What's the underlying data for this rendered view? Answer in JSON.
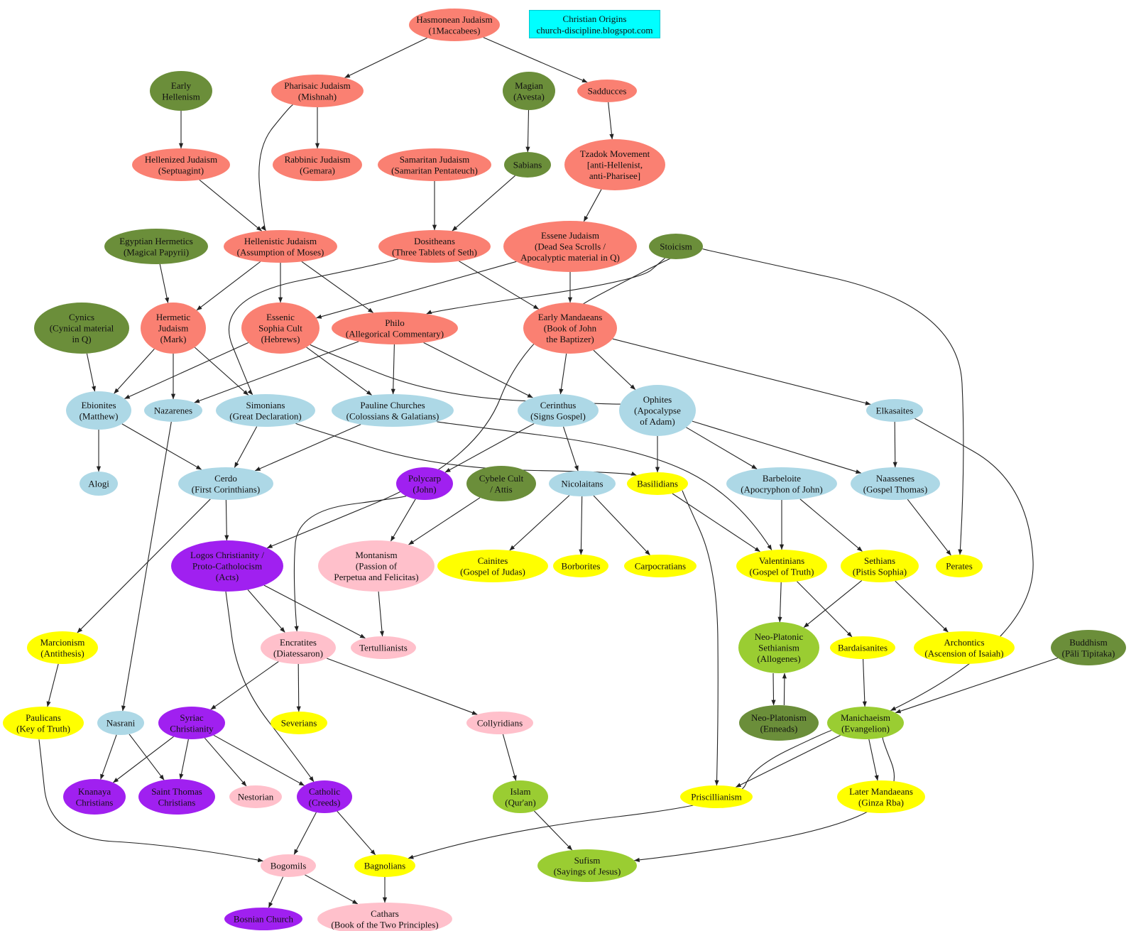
{
  "header": {
    "title": "Christian Origins",
    "subtitle": "church-discipline.blogspot.com"
  },
  "colors": {
    "judaism": "#fa8072",
    "pagan": "#6b8e3a",
    "early_sect": "#add8e6",
    "gnostic": "#ffff00",
    "proto_orthodox": "#a020f0",
    "ascetic": "#ffc0cb",
    "neo_platonic": "#9acd32",
    "title_box": "#00ffff"
  },
  "nodes": [
    {
      "id": "hasmonean",
      "lines": [
        "Hasmonean Judaism",
        "(1Maccabees)"
      ],
      "group": "judaism"
    },
    {
      "id": "pharisaic",
      "lines": [
        "Pharisaic Judaism",
        "(Mishnah)"
      ],
      "group": "judaism"
    },
    {
      "id": "sadducees",
      "lines": [
        "Sadducces"
      ],
      "group": "judaism"
    },
    {
      "id": "early-hellenism",
      "lines": [
        "Early",
        "Hellenism"
      ],
      "group": "pagan"
    },
    {
      "id": "magian",
      "lines": [
        "Magian",
        "(Avesta)"
      ],
      "group": "pagan"
    },
    {
      "id": "hellenized",
      "lines": [
        "Hellenized Judaism",
        "(Septuagint)"
      ],
      "group": "judaism"
    },
    {
      "id": "rabbinic",
      "lines": [
        "Rabbinic Judaism",
        "(Gemara)"
      ],
      "group": "judaism"
    },
    {
      "id": "samaritan",
      "lines": [
        "Samaritan Judaism",
        "(Samaritan Pentateuch)"
      ],
      "group": "judaism"
    },
    {
      "id": "sabians",
      "lines": [
        "Sabians"
      ],
      "group": "pagan"
    },
    {
      "id": "tzadok",
      "lines": [
        "Tzadok Movement",
        "[anti-Hellenist,",
        "anti-Pharisee]"
      ],
      "group": "judaism"
    },
    {
      "id": "egyptian-hermetics",
      "lines": [
        "Egyptian Hermetics",
        "(Magical Papyrii)"
      ],
      "group": "pagan"
    },
    {
      "id": "hellenistic",
      "lines": [
        "Hellenistic Judaism",
        "(Assumption of Moses)"
      ],
      "group": "judaism"
    },
    {
      "id": "dositheans",
      "lines": [
        "Dositheans",
        "(Three Tablets of Seth)"
      ],
      "group": "judaism"
    },
    {
      "id": "essene",
      "lines": [
        "Essene Judaism",
        "(Dead Sea Scrolls /",
        "Apocalyptic material in Q)"
      ],
      "group": "judaism"
    },
    {
      "id": "stoicism",
      "lines": [
        "Stoicism"
      ],
      "group": "pagan"
    },
    {
      "id": "cynics",
      "lines": [
        "Cynics",
        "(Cynical material",
        "in Q)"
      ],
      "group": "pagan"
    },
    {
      "id": "hermetic-judaism",
      "lines": [
        "Hermetic",
        "Judaism",
        "(Mark)"
      ],
      "group": "judaism"
    },
    {
      "id": "essenic-sophia",
      "lines": [
        "Essenic",
        "Sophia Cult",
        "(Hebrews)"
      ],
      "group": "judaism"
    },
    {
      "id": "philo",
      "lines": [
        "Philo",
        "(Allegorical Commentary)"
      ],
      "group": "judaism"
    },
    {
      "id": "early-mandaeans",
      "lines": [
        "Early Mandaeans",
        "(Book of John",
        "the Baptizer)"
      ],
      "group": "judaism"
    },
    {
      "id": "ebionites",
      "lines": [
        "Ebionites",
        "(Matthew)"
      ],
      "group": "early_sect"
    },
    {
      "id": "nazarenes",
      "lines": [
        "Nazarenes"
      ],
      "group": "early_sect"
    },
    {
      "id": "simonians",
      "lines": [
        "Simonians",
        "(Great Declaration)"
      ],
      "group": "early_sect"
    },
    {
      "id": "pauline",
      "lines": [
        "Pauline Churches",
        "(Colossians & Galatians)"
      ],
      "group": "early_sect"
    },
    {
      "id": "cerinthus",
      "lines": [
        "Cerinthus",
        "(Signs Gospel)"
      ],
      "group": "early_sect"
    },
    {
      "id": "ophites",
      "lines": [
        "Ophites",
        "(Apocalypse",
        "of Adam)"
      ],
      "group": "early_sect"
    },
    {
      "id": "elkasaites",
      "lines": [
        "Elkasaites"
      ],
      "group": "early_sect"
    },
    {
      "id": "alogi",
      "lines": [
        "Alogi"
      ],
      "group": "early_sect"
    },
    {
      "id": "cerdo",
      "lines": [
        "Cerdo",
        "(First Corinthians)"
      ],
      "group": "early_sect"
    },
    {
      "id": "polycarp",
      "lines": [
        "Polycarp",
        "(John)"
      ],
      "group": "proto_orthodox"
    },
    {
      "id": "cybele",
      "lines": [
        "Cybele Cult",
        "/ Attis"
      ],
      "group": "pagan"
    },
    {
      "id": "nicolaitans",
      "lines": [
        "Nicolaitans"
      ],
      "group": "early_sect"
    },
    {
      "id": "basilidians",
      "lines": [
        "Basilidians"
      ],
      "group": "gnostic"
    },
    {
      "id": "barbeloite",
      "lines": [
        "Barbeloite",
        "(Apocryphon of John)"
      ],
      "group": "early_sect"
    },
    {
      "id": "naassenes",
      "lines": [
        "Naassenes",
        "(Gospel Thomas)"
      ],
      "group": "early_sect"
    },
    {
      "id": "logos",
      "lines": [
        "Logos Christianity /",
        "Proto-Catholocism",
        "(Acts)"
      ],
      "group": "proto_orthodox"
    },
    {
      "id": "montanism",
      "lines": [
        "Montanism",
        "(Passion of",
        "Perpetua and Felicitas)"
      ],
      "group": "ascetic"
    },
    {
      "id": "cainites",
      "lines": [
        "Cainites",
        "(Gospel of Judas)"
      ],
      "group": "gnostic"
    },
    {
      "id": "borborites",
      "lines": [
        "Borborites"
      ],
      "group": "gnostic"
    },
    {
      "id": "carpocratians",
      "lines": [
        "Carpocratians"
      ],
      "group": "gnostic"
    },
    {
      "id": "valentinians",
      "lines": [
        "Valentinians",
        "(Gospel of Truth)"
      ],
      "group": "gnostic"
    },
    {
      "id": "sethians",
      "lines": [
        "Sethians",
        "(Pistis Sophia)"
      ],
      "group": "gnostic"
    },
    {
      "id": "perates",
      "lines": [
        "Perates"
      ],
      "group": "gnostic"
    },
    {
      "id": "marcionism",
      "lines": [
        "Marcionism",
        "(Antithesis)"
      ],
      "group": "gnostic"
    },
    {
      "id": "encratites",
      "lines": [
        "Encratites",
        "(Diatessaron)"
      ],
      "group": "ascetic"
    },
    {
      "id": "tertullianists",
      "lines": [
        "Tertullianists"
      ],
      "group": "ascetic"
    },
    {
      "id": "neo-platonic-sethianism",
      "lines": [
        "Neo-Platonic",
        "Sethianism",
        "(Allogenes)"
      ],
      "group": "neo_platonic"
    },
    {
      "id": "bardaisanites",
      "lines": [
        "Bardaisanites"
      ],
      "group": "gnostic"
    },
    {
      "id": "archontics",
      "lines": [
        "Archontics",
        "(Ascension of Isaiah)"
      ],
      "group": "gnostic"
    },
    {
      "id": "buddhism",
      "lines": [
        "Buddhism",
        "(Pāli Tipitaka)"
      ],
      "group": "pagan"
    },
    {
      "id": "paulicans",
      "lines": [
        "Paulicans",
        "(Key of Truth)"
      ],
      "group": "gnostic"
    },
    {
      "id": "nasrani",
      "lines": [
        "Nasrani"
      ],
      "group": "early_sect"
    },
    {
      "id": "syriac",
      "lines": [
        "Syriac",
        "Christianity"
      ],
      "group": "proto_orthodox"
    },
    {
      "id": "severians",
      "lines": [
        "Severians"
      ],
      "group": "gnostic"
    },
    {
      "id": "collyridians",
      "lines": [
        "Collyridians"
      ],
      "group": "ascetic"
    },
    {
      "id": "neo-platonism",
      "lines": [
        "Neo-Platonism",
        "(Enneads)"
      ],
      "group": "pagan"
    },
    {
      "id": "manichaeism",
      "lines": [
        "Manichaeism",
        "(Evangelion)"
      ],
      "group": "neo_platonic"
    },
    {
      "id": "knanaya",
      "lines": [
        "Knanaya",
        "Christians"
      ],
      "group": "proto_orthodox"
    },
    {
      "id": "saint-thomas",
      "lines": [
        "Saint Thomas",
        "Christians"
      ],
      "group": "proto_orthodox"
    },
    {
      "id": "nestorian",
      "lines": [
        "Nestorian"
      ],
      "group": "ascetic"
    },
    {
      "id": "catholic",
      "lines": [
        "Catholic",
        "(Creeds)"
      ],
      "group": "proto_orthodox"
    },
    {
      "id": "islam",
      "lines": [
        "Islam",
        "(Qur'an)"
      ],
      "group": "neo_platonic"
    },
    {
      "id": "priscillianism",
      "lines": [
        "Priscillianism"
      ],
      "group": "gnostic"
    },
    {
      "id": "later-mandaeans",
      "lines": [
        "Later Mandaeans",
        "(Ginza Rba)"
      ],
      "group": "gnostic"
    },
    {
      "id": "bogomils",
      "lines": [
        "Bogomils"
      ],
      "group": "ascetic"
    },
    {
      "id": "bagnolians",
      "lines": [
        "Bagnolians"
      ],
      "group": "gnostic"
    },
    {
      "id": "sufism",
      "lines": [
        "Sufism",
        "(Sayings of Jesus)"
      ],
      "group": "neo_platonic"
    },
    {
      "id": "bosnian",
      "lines": [
        "Bosnian Church"
      ],
      "group": "proto_orthodox"
    },
    {
      "id": "cathars",
      "lines": [
        "Cathars",
        "(Book of the Two Principles)"
      ],
      "group": "ascetic"
    }
  ],
  "edges": [
    {
      "from": "hasmonean",
      "to": "pharisaic"
    },
    {
      "from": "hasmonean",
      "to": "sadducees"
    },
    {
      "from": "early-hellenism",
      "to": "hellenized"
    },
    {
      "from": "pharisaic",
      "to": "rabbinic"
    },
    {
      "from": "pharisaic",
      "to": "hellenistic"
    },
    {
      "from": "magian",
      "to": "sabians"
    },
    {
      "from": "sadducees",
      "to": "tzadok"
    },
    {
      "from": "hellenized",
      "to": "hellenistic"
    },
    {
      "from": "samaritan",
      "to": "dositheans"
    },
    {
      "from": "sabians",
      "to": "dositheans"
    },
    {
      "from": "tzadok",
      "to": "essene"
    },
    {
      "from": "egyptian-hermetics",
      "to": "hermetic-judaism"
    },
    {
      "from": "hellenistic",
      "to": "hermetic-judaism"
    },
    {
      "from": "hellenistic",
      "to": "essenic-sophia"
    },
    {
      "from": "hellenistic",
      "to": "philo"
    },
    {
      "from": "dositheans",
      "to": "simonians"
    },
    {
      "from": "dositheans",
      "to": "early-mandaeans"
    },
    {
      "from": "essene",
      "to": "essenic-sophia"
    },
    {
      "from": "essene",
      "to": "early-mandaeans"
    },
    {
      "from": "stoicism",
      "to": "philo"
    },
    {
      "from": "stoicism",
      "to": "logos"
    },
    {
      "from": "stoicism",
      "to": "perates"
    },
    {
      "from": "cynics",
      "to": "ebionites"
    },
    {
      "from": "hermetic-judaism",
      "to": "ebionites"
    },
    {
      "from": "hermetic-judaism",
      "to": "nazarenes"
    },
    {
      "from": "hermetic-judaism",
      "to": "simonians"
    },
    {
      "from": "essenic-sophia",
      "to": "ebionites"
    },
    {
      "from": "essenic-sophia",
      "to": "pauline"
    },
    {
      "from": "essenic-sophia",
      "to": "ophites"
    },
    {
      "from": "philo",
      "to": "nazarenes"
    },
    {
      "from": "philo",
      "to": "pauline"
    },
    {
      "from": "philo",
      "to": "cerinthus"
    },
    {
      "from": "early-mandaeans",
      "to": "cerinthus"
    },
    {
      "from": "early-mandaeans",
      "to": "ophites"
    },
    {
      "from": "early-mandaeans",
      "to": "elkasaites"
    },
    {
      "from": "ebionites",
      "to": "alogi"
    },
    {
      "from": "ebionites",
      "to": "cerdo"
    },
    {
      "from": "nazarenes",
      "to": "nasrani"
    },
    {
      "from": "simonians",
      "to": "cerdo"
    },
    {
      "from": "simonians",
      "to": "basilidians"
    },
    {
      "from": "pauline",
      "to": "cerdo"
    },
    {
      "from": "pauline",
      "to": "valentinians"
    },
    {
      "from": "cerinthus",
      "to": "polycarp"
    },
    {
      "from": "cerinthus",
      "to": "nicolaitans"
    },
    {
      "from": "ophites",
      "to": "basilidians"
    },
    {
      "from": "ophites",
      "to": "barbeloite"
    },
    {
      "from": "ophites",
      "to": "naassenes"
    },
    {
      "from": "elkasaites",
      "to": "naassenes"
    },
    {
      "from": "elkasaites",
      "to": "manichaeism"
    },
    {
      "from": "cerdo",
      "to": "logos"
    },
    {
      "from": "cerdo",
      "to": "marcionism"
    },
    {
      "from": "polycarp",
      "to": "montanism"
    },
    {
      "from": "polycarp",
      "to": "encratites"
    },
    {
      "from": "cybele",
      "to": "montanism"
    },
    {
      "from": "nicolaitans",
      "to": "cainites"
    },
    {
      "from": "nicolaitans",
      "to": "borborites"
    },
    {
      "from": "nicolaitans",
      "to": "carpocratians"
    },
    {
      "from": "basilidians",
      "to": "valentinians"
    },
    {
      "from": "basilidians",
      "to": "priscillianism"
    },
    {
      "from": "barbeloite",
      "to": "valentinians"
    },
    {
      "from": "barbeloite",
      "to": "sethians"
    },
    {
      "from": "naassenes",
      "to": "perates"
    },
    {
      "from": "logos",
      "to": "encratites"
    },
    {
      "from": "logos",
      "to": "tertullianists"
    },
    {
      "from": "logos",
      "to": "catholic"
    },
    {
      "from": "montanism",
      "to": "tertullianists"
    },
    {
      "from": "valentinians",
      "to": "neo-platonic-sethianism"
    },
    {
      "from": "valentinians",
      "to": "bardaisanites"
    },
    {
      "from": "sethians",
      "to": "neo-platonic-sethianism"
    },
    {
      "from": "sethians",
      "to": "archontics"
    },
    {
      "from": "marcionism",
      "to": "paulicans"
    },
    {
      "from": "encratites",
      "to": "syriac"
    },
    {
      "from": "encratites",
      "to": "severians"
    },
    {
      "from": "encratites",
      "to": "collyridians"
    },
    {
      "from": "neo-platonic-sethianism",
      "to": "neo-platonism"
    },
    {
      "from": "neo-platonism",
      "to": "neo-platonic-sethianism"
    },
    {
      "from": "bardaisanites",
      "to": "manichaeism"
    },
    {
      "from": "buddhism",
      "to": "manichaeism"
    },
    {
      "from": "paulicans",
      "to": "bogomils"
    },
    {
      "from": "nasrani",
      "to": "knanaya"
    },
    {
      "from": "nasrani",
      "to": "saint-thomas"
    },
    {
      "from": "syriac",
      "to": "knanaya"
    },
    {
      "from": "syriac",
      "to": "saint-thomas"
    },
    {
      "from": "syriac",
      "to": "nestorian"
    },
    {
      "from": "syriac",
      "to": "catholic"
    },
    {
      "from": "collyridians",
      "to": "islam"
    },
    {
      "from": "manichaeism",
      "to": "priscillianism"
    },
    {
      "from": "manichaeism",
      "to": "later-mandaeans"
    },
    {
      "from": "manichaeism",
      "to": "bagnolians"
    },
    {
      "from": "manichaeism",
      "to": "sufism"
    },
    {
      "from": "catholic",
      "to": "bogomils"
    },
    {
      "from": "catholic",
      "to": "bagnolians"
    },
    {
      "from": "islam",
      "to": "sufism"
    },
    {
      "from": "bogomils",
      "to": "bosnian"
    },
    {
      "from": "bogomils",
      "to": "cathars"
    },
    {
      "from": "bagnolians",
      "to": "cathars"
    }
  ]
}
